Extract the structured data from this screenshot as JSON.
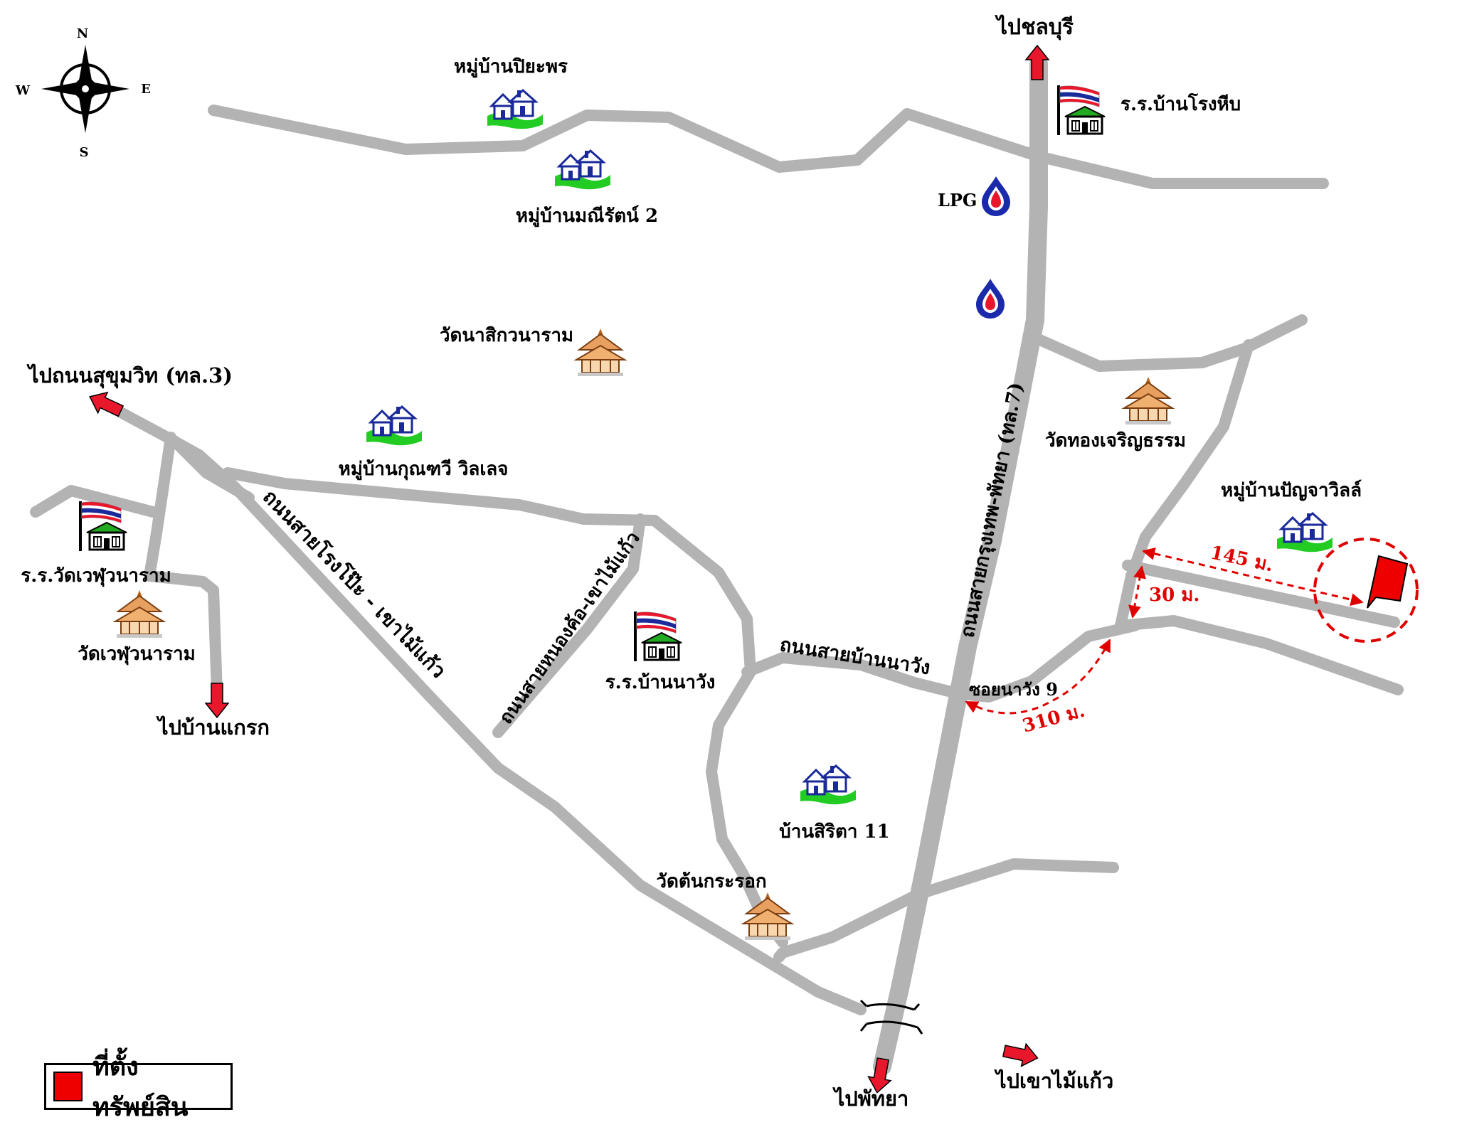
{
  "compass": {
    "n": "N",
    "s": "S",
    "e": "E",
    "w": "W"
  },
  "destinations": {
    "chonburi": "ไปชลบุรี",
    "sukhumvit": "ไปถนนสุขุมวิท (ทล.3)",
    "ban_khaeng": "ไปบ้านแกรก",
    "pattaya": "ไปพัทยา",
    "khao_mai_kaeo": "ไปเขาไม้แก้ว"
  },
  "places": {
    "piyaporn": "หมู่บ้านปิยะพร",
    "maneerat": "หมู่บ้านมณีรัตน์ 2",
    "wat_nasik": "วัดนาสิกวนาราม",
    "kunnatee": "หมู่บ้านกุณฑวี วิลเลจ",
    "school_wat_wephu": "ร.ร.วัดเวฬุวนาราม",
    "wat_wephu": "วัดเวฬุวนาราม",
    "school_ban_nawang": "ร.ร.บ้านนาวัง",
    "ban_sirita": "บ้านสิริตา 11",
    "wat_ton_krarok": "วัดต้นกระรอก",
    "school_rong_heeb": "ร.ร.บ้านโรงหีบ",
    "lpg": "LPG",
    "wat_thong_charoen": "วัดทองเจริญธรรม",
    "panya_ville": "หมู่บ้านปัญจาวิลล์",
    "soi_nawang": "ซอยนาวัง 9"
  },
  "roads": {
    "rong_po": "ถนนสายโรงโป๊ะ - เขาไม้แก้ว",
    "nong_kho": "ถนนสายหนองค้อ-เขาไม้แก้ว",
    "ban_nawang": "ถนนสายบ้านนาวัง",
    "krungthep_pattaya": "ถนนสายกรุงเทพ-พัทยา (ทล.7)"
  },
  "distances": {
    "d145": "145 ม.",
    "d30": "30 ม.",
    "d310": "310 ม."
  },
  "legend": {
    "label": "ที่ตั้งทรัพย์สิน"
  },
  "colors": {
    "road": "#b3b3b3",
    "marker": "#ee0000",
    "arrow": "#e00000"
  }
}
